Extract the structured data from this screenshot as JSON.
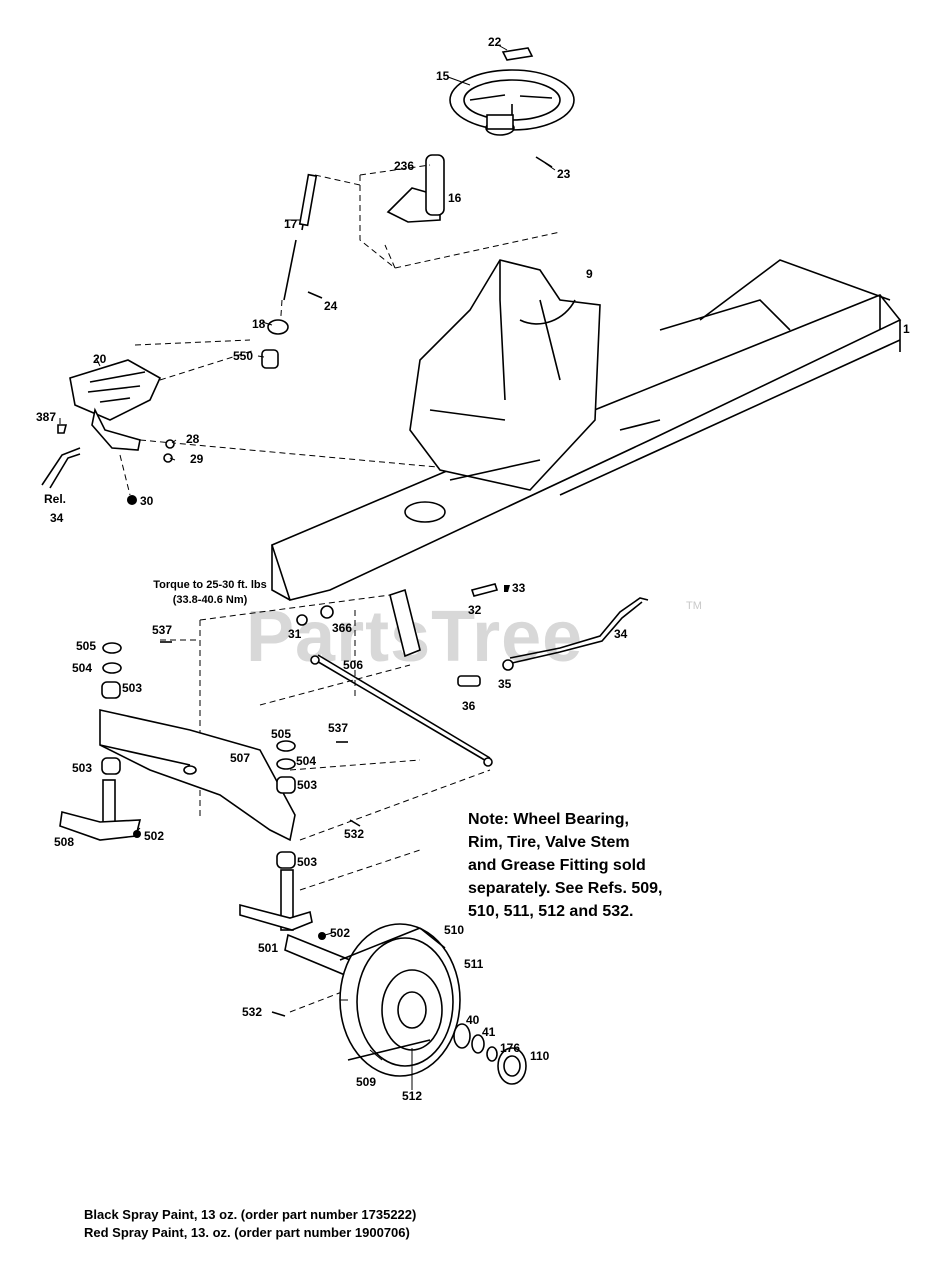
{
  "watermark": {
    "text": "PartsTree",
    "tm": "TM"
  },
  "torque_note": {
    "line1": "Torque to 25-30 ft. lbs",
    "line2": "(33.8-40.6 Nm)"
  },
  "note": {
    "text": "Note:  Wheel Bearing,\nRim, Tire, Valve Stem\nand Grease Fitting sold\nseparately. See Refs. 509,\n510, 511, 512 and 532."
  },
  "footer": {
    "line1": "Black Spray Paint, 13 oz. (order part number 1735222)",
    "line2": "Red Spray Paint, 13. oz. (order part number 1900706)"
  },
  "callouts": {
    "c22": "22",
    "c15": "15",
    "c23": "23",
    "c236": "236",
    "c16": "16",
    "c17": "17",
    "c24": "24",
    "c9": "9",
    "c1": "1",
    "c18": "18",
    "c550": "550",
    "c20": "20",
    "c387": "387",
    "c28": "28",
    "c29": "29",
    "c30": "30",
    "rel": "Rel.",
    "rel34": "34",
    "c33": "33",
    "c32": "32",
    "c31": "31",
    "c366": "366",
    "c34": "34",
    "c35": "35",
    "c36": "36",
    "c505a": "505",
    "c537a": "537",
    "c504a": "504",
    "c503a": "503",
    "c506": "506",
    "c507": "507",
    "c505b": "505",
    "c537b": "537",
    "c504b": "504",
    "c503b": "503",
    "c503c": "503",
    "c508": "508",
    "c502a": "502",
    "c532a": "532",
    "c503d": "503",
    "c510": "510",
    "c511": "511",
    "c502b": "502",
    "c501": "501",
    "c532b": "532",
    "c40": "40",
    "c41": "41",
    "c176": "176",
    "c110": "110",
    "c509": "509",
    "c512": "512"
  }
}
